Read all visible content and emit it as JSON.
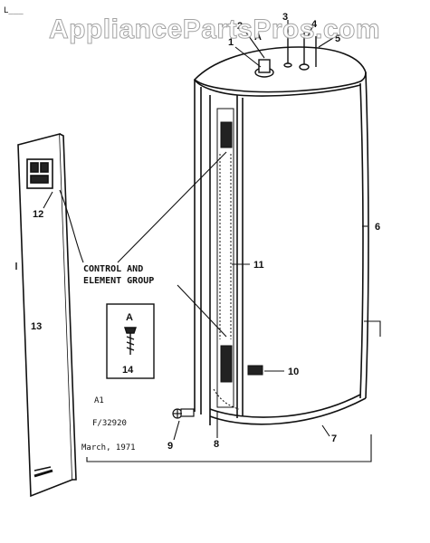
{
  "watermark": "AppliancePartsPros.com",
  "corner_mark": "L___",
  "callouts": {
    "c1": "1",
    "c2": "2",
    "c3": "3",
    "c4": "4",
    "c5": "5",
    "c6": "6",
    "c7": "7",
    "c8": "8",
    "c9": "9",
    "c10": "10",
    "c11": "11",
    "c12": "12",
    "c13": "13",
    "c14": "14",
    "a_top": "A",
    "a_box": "A"
  },
  "group_label": {
    "line1": "CONTROL AND",
    "line2": "ELEMENT GROUP"
  },
  "meta": {
    "line1": "A1",
    "line2": "F/32920",
    "line3": "March, 1971"
  },
  "colors": {
    "ink": "#111111",
    "paper": "#ffffff",
    "watermark_outline": "#9a9a9a"
  }
}
